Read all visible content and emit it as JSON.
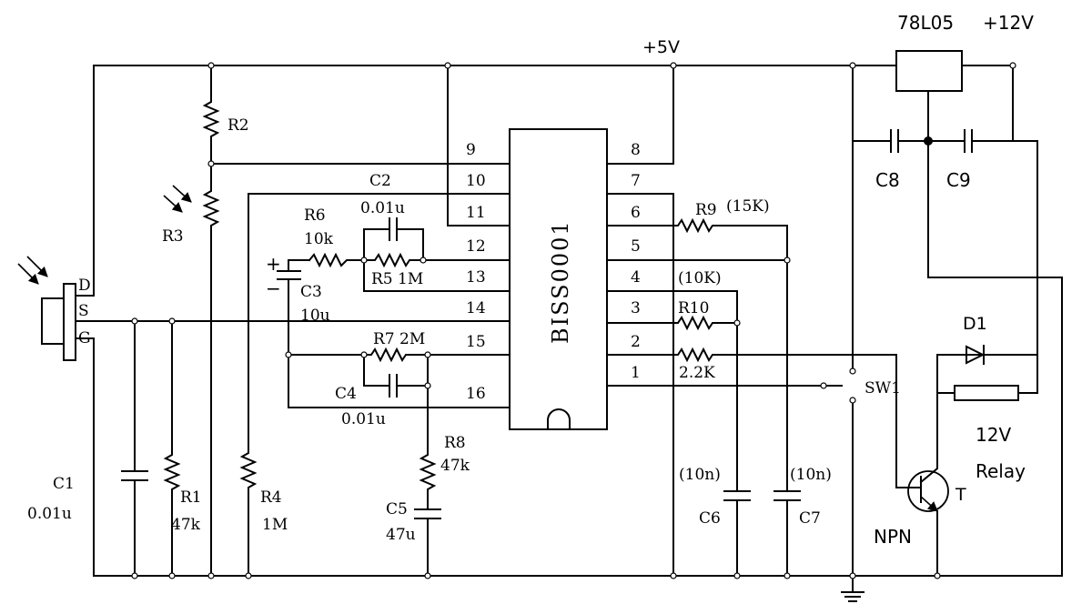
{
  "supply": {
    "v5": "+5V",
    "v12": "+12V",
    "regulator": "78L05"
  },
  "ic": {
    "name": "BISS0001",
    "left_pins": [
      "9",
      "10",
      "11",
      "12",
      "13",
      "14",
      "15",
      "16"
    ],
    "right_pins": [
      "8",
      "7",
      "6",
      "5",
      "4",
      "3",
      "2",
      "1"
    ]
  },
  "sensor": {
    "pins": [
      "D",
      "S",
      "G"
    ]
  },
  "components": {
    "R1": {
      "label": "R1",
      "value": "47k"
    },
    "R2": {
      "label": "R2"
    },
    "R3": {
      "label": "R3"
    },
    "R4": {
      "label": "R4",
      "value": "1M"
    },
    "R5": {
      "label": "R5 1M"
    },
    "R6": {
      "label": "R6",
      "value": "10k"
    },
    "R7": {
      "label": "R7 2M"
    },
    "R8": {
      "label": "R8",
      "value": "47k"
    },
    "R9": {
      "label": "R9",
      "value": "(15K)"
    },
    "R10": {
      "label": "R10",
      "value": "(10K)"
    },
    "R11": {
      "value": "2.2K"
    },
    "C1": {
      "label": "C1",
      "value": "0.01u"
    },
    "C2": {
      "label": "C2",
      "value": "0.01u"
    },
    "C3": {
      "label": "C3",
      "value": "10u"
    },
    "C4": {
      "label": "C4",
      "value": "0.01u"
    },
    "C5": {
      "label": "C5",
      "value": "47u"
    },
    "C6": {
      "label": "C6",
      "value": "(10n)"
    },
    "C7": {
      "label": "C7",
      "value": "(10n)"
    },
    "C8": {
      "label": "C8"
    },
    "C9": {
      "label": "C9"
    },
    "D1": {
      "label": "D1"
    },
    "SW1": {
      "label": "SW1"
    },
    "T": {
      "label": "T",
      "type": "NPN"
    },
    "relay": {
      "line1": "12V",
      "line2": "Relay"
    }
  },
  "polarity": {
    "plus": "+",
    "minus": "−"
  },
  "icons": [
    "light-arrows-icon",
    "ground-icon"
  ]
}
